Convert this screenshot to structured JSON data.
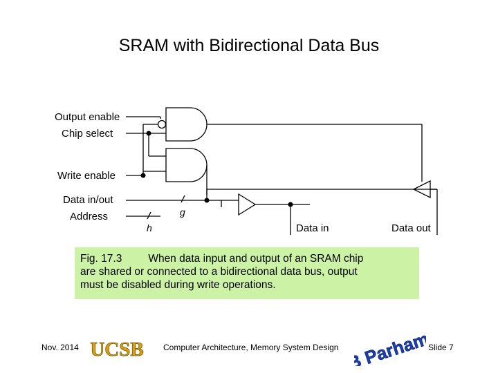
{
  "slide": {
    "title": "SRAM with Bidirectional Data Bus"
  },
  "diagram": {
    "labels": {
      "output_enable": "Output enable",
      "chip_select": "Chip select",
      "write_enable": "Write enable",
      "data_inout": "Data in/out",
      "address": "Address",
      "g": "g",
      "h": "h",
      "data_in": "Data in",
      "data_out": "Data out"
    }
  },
  "caption": {
    "fig": "Fig. 17.3",
    "line1": "When data input and output of an SRAM chip",
    "line2": "are shared or connected to a bidirectional data bus, output",
    "line3": "must be disabled during write operations."
  },
  "footer": {
    "date": "Nov. 2014",
    "course": "Computer Architecture, Memory System Design",
    "slide": "Slide 7",
    "logo_text": "UCSB",
    "signature": "B Parhami"
  },
  "colors": {
    "caption_bg": "#ccf2a6",
    "logo_gold": "#d4a017",
    "signature_blue": "#1a3fb0"
  }
}
